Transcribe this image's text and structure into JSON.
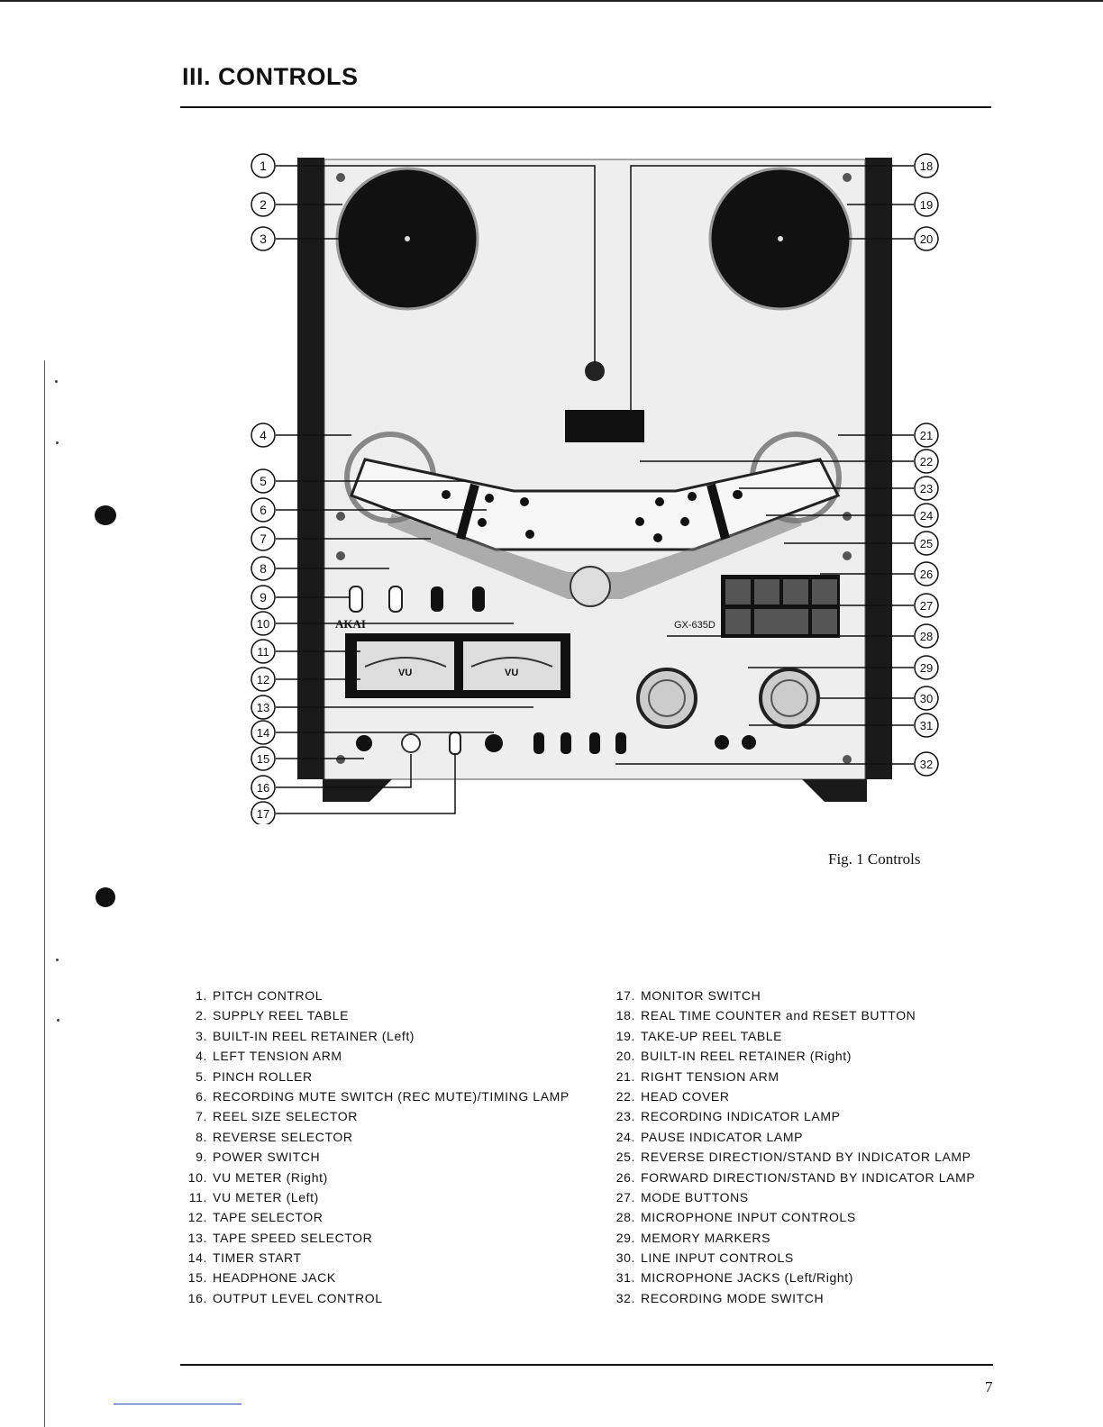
{
  "header": {
    "title": "III.  CONTROLS"
  },
  "figure": {
    "caption": "Fig. 1   Controls",
    "brand": "AKAI",
    "model": "GX-635D",
    "callouts_left": [
      "1",
      "2",
      "3",
      "4",
      "5",
      "6",
      "7",
      "8",
      "9",
      "10",
      "11",
      "12",
      "13",
      "14",
      "15",
      "16",
      "17"
    ],
    "callouts_right": [
      "18",
      "19",
      "20",
      "21",
      "22",
      "23",
      "24",
      "25",
      "26",
      "27",
      "28",
      "29",
      "30",
      "31",
      "32"
    ],
    "vu_label": "VU"
  },
  "items_left": [
    {
      "num": "1.",
      "label": "PITCH CONTROL"
    },
    {
      "num": "2.",
      "label": "SUPPLY REEL TABLE"
    },
    {
      "num": "3.",
      "label": "BUILT-IN REEL RETAINER (Left)"
    },
    {
      "num": "4.",
      "label": "LEFT TENSION ARM"
    },
    {
      "num": "5.",
      "label": "PINCH ROLLER"
    },
    {
      "num": "6.",
      "label": "RECORDING MUTE SWITCH (REC MUTE)/TIMING LAMP"
    },
    {
      "num": "7.",
      "label": "REEL SIZE SELECTOR"
    },
    {
      "num": "8.",
      "label": "REVERSE SELECTOR"
    },
    {
      "num": "9.",
      "label": "POWER SWITCH"
    },
    {
      "num": "10.",
      "label": "VU METER (Right)"
    },
    {
      "num": "11.",
      "label": "VU METER (Left)"
    },
    {
      "num": "12.",
      "label": "TAPE SELECTOR"
    },
    {
      "num": "13.",
      "label": "TAPE SPEED SELECTOR"
    },
    {
      "num": "14.",
      "label": "TIMER START"
    },
    {
      "num": "15.",
      "label": "HEADPHONE JACK"
    },
    {
      "num": "16.",
      "label": "OUTPUT LEVEL CONTROL"
    }
  ],
  "items_right": [
    {
      "num": "17.",
      "label": "MONITOR SWITCH"
    },
    {
      "num": "18.",
      "label": "REAL TIME COUNTER and RESET BUTTON"
    },
    {
      "num": "19.",
      "label": "TAKE-UP REEL TABLE"
    },
    {
      "num": "20.",
      "label": "BUILT-IN REEL RETAINER (Right)"
    },
    {
      "num": "21.",
      "label": "RIGHT TENSION ARM"
    },
    {
      "num": "22.",
      "label": "HEAD COVER"
    },
    {
      "num": "23.",
      "label": "RECORDING INDICATOR LAMP"
    },
    {
      "num": "24.",
      "label": "PAUSE INDICATOR LAMP"
    },
    {
      "num": "25.",
      "label": "REVERSE DIRECTION/STAND BY INDICATOR LAMP"
    },
    {
      "num": "26.",
      "label": "FORWARD DIRECTION/STAND BY INDICATOR LAMP"
    },
    {
      "num": "27.",
      "label": "MODE BUTTONS"
    },
    {
      "num": "28.",
      "label": "MICROPHONE INPUT CONTROLS"
    },
    {
      "num": "29.",
      "label": "MEMORY MARKERS"
    },
    {
      "num": "30.",
      "label": "LINE INPUT CONTROLS"
    },
    {
      "num": "31.",
      "label": "MICROPHONE JACKS (Left/Right)"
    },
    {
      "num": "32.",
      "label": "RECORDING MODE SWITCH"
    }
  ],
  "footer": {
    "page_number": "7"
  }
}
